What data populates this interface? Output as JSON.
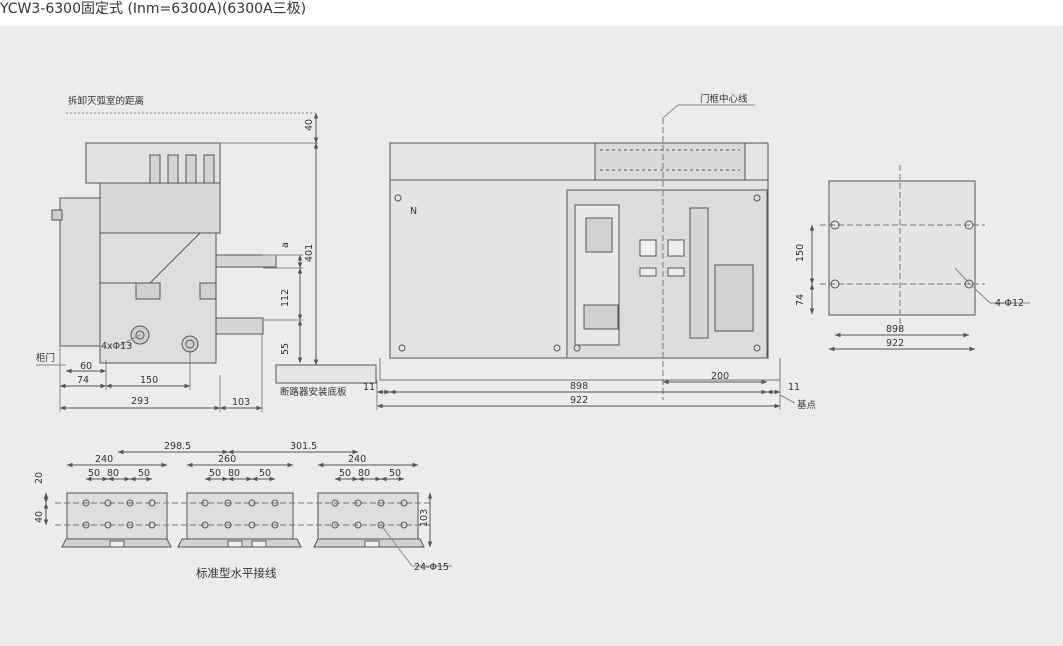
{
  "title": "YCW3-6300固定式 (Inm=6300A)(6300A三极)",
  "side_view": {
    "arc_distance_label": "拆卸灭弧室的距离",
    "cabinet_door_label": "柜门",
    "base_plate_label": "断路器安装底板",
    "hole_label": "4xΦ13",
    "dims": {
      "d40": "40",
      "d401": "401",
      "da": "a",
      "d112": "112",
      "d55": "55",
      "d60": "60",
      "d74": "74",
      "d150": "150",
      "d293": "293",
      "d103": "103"
    }
  },
  "front_view": {
    "door_center_label": "门框中心线",
    "n_label": "N",
    "datum_label": "基点",
    "dims": {
      "d11a": "11",
      "d898": "898",
      "d200": "200",
      "d11b": "11",
      "d922": "922"
    }
  },
  "mount_view": {
    "hole_label": "4-Φ12",
    "dims": {
      "d150": "150",
      "d74": "74",
      "d898": "898",
      "d922": "922"
    }
  },
  "terminal_view": {
    "caption": "标准型水平接线",
    "hole_label": "24-Φ15",
    "dims": {
      "d2985": "298.5",
      "d3015": "301.5",
      "d240a": "240",
      "d260": "260",
      "d240b": "240",
      "d50": "50",
      "d80": "80",
      "d20": "20",
      "d40": "40",
      "d103": "103"
    }
  }
}
